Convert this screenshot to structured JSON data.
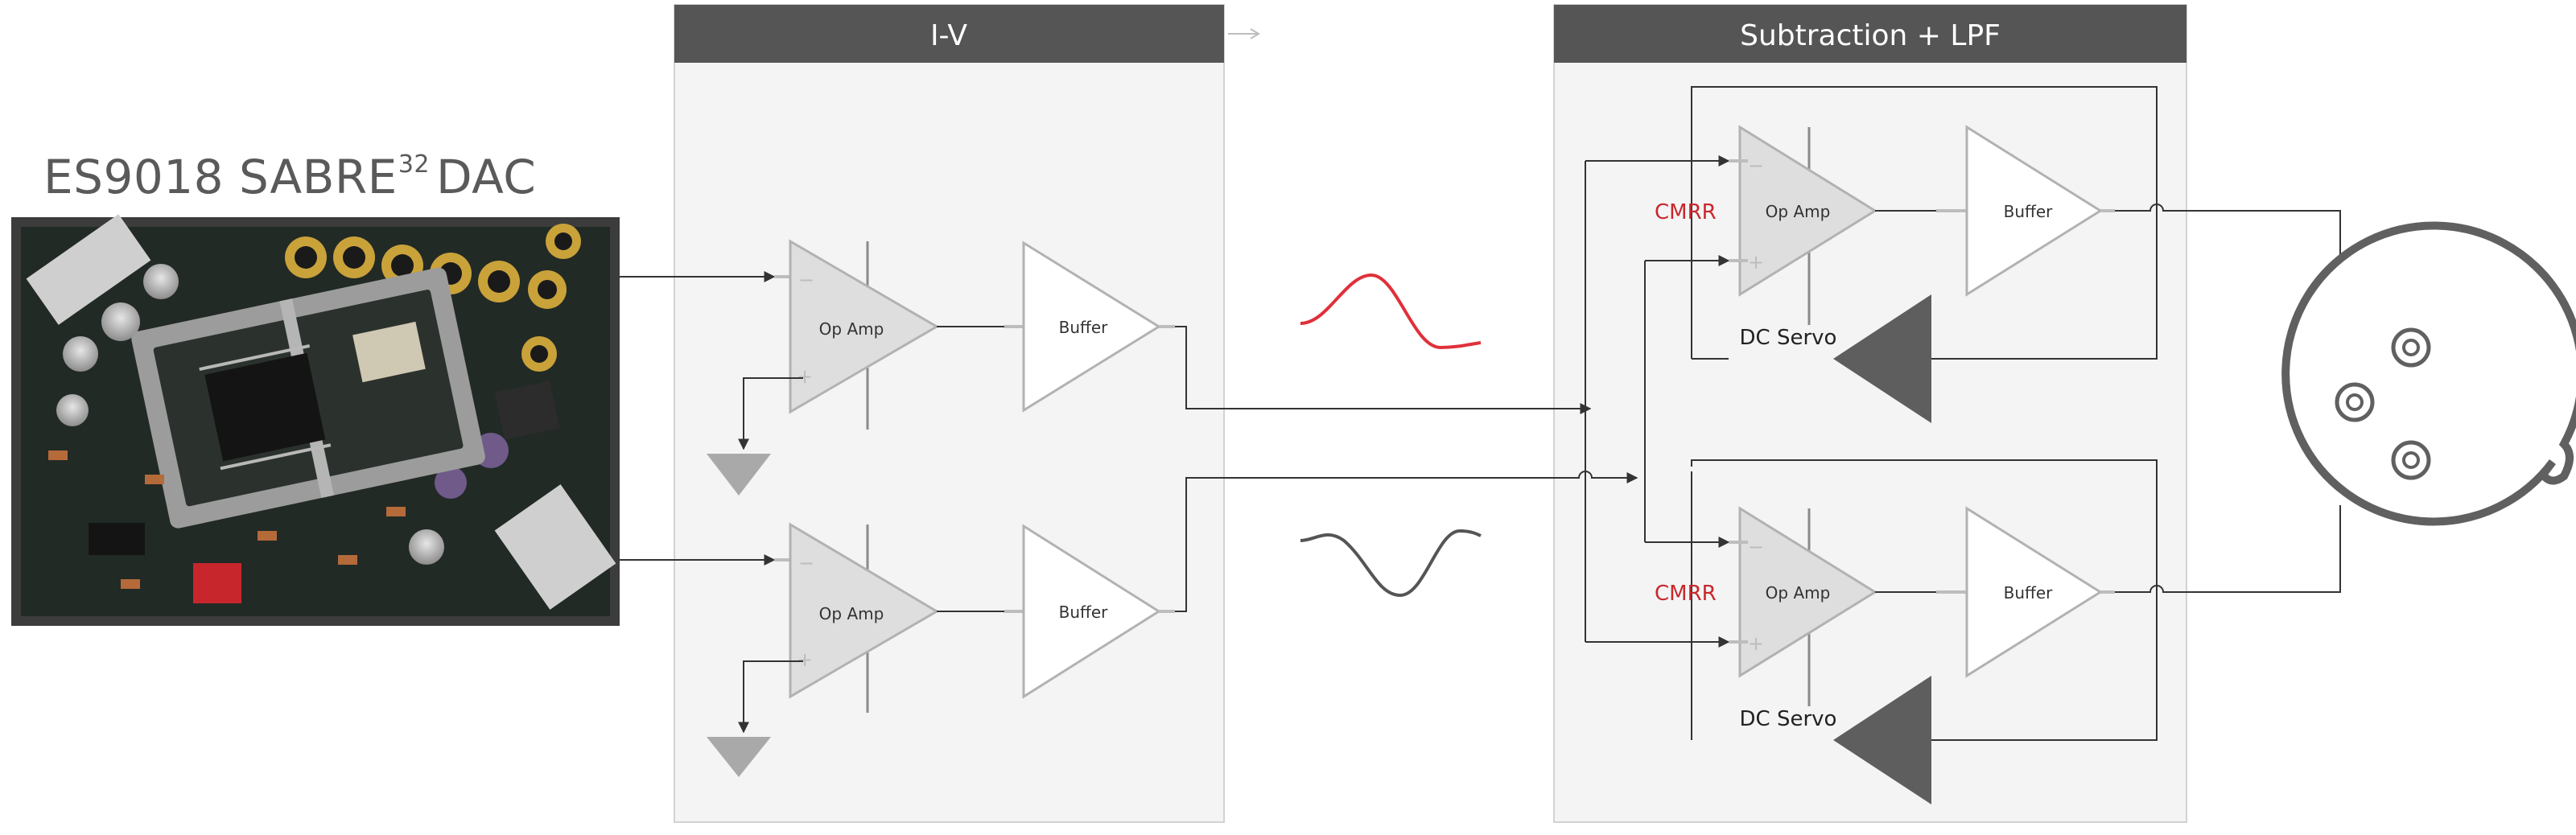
{
  "dac": {
    "title": "ES9018 SABRE",
    "title_superscript": "32",
    "title_suffix": "DAC"
  },
  "panels": {
    "iv": {
      "title": "I-V"
    },
    "sub": {
      "title": "Subtraction + LPF"
    }
  },
  "blocks": {
    "opamp_label": "Op Amp",
    "buffer_label": "Buffer",
    "cmrr_label": "CMRR",
    "dcservo_label": "DC Servo"
  },
  "colors": {
    "header_bg": "#555555",
    "panel_bg": "#f4f4f4",
    "cmrr": "#c8282d",
    "sine_positive": "#e0303a",
    "sine_negative": "#555555",
    "servo_triangle": "#5e5e5e",
    "ground": "#a9a9a9"
  },
  "icons": {
    "ground": "ground-icon",
    "connector": "xlr-connector-icon",
    "board": "pcb-board-photo"
  }
}
